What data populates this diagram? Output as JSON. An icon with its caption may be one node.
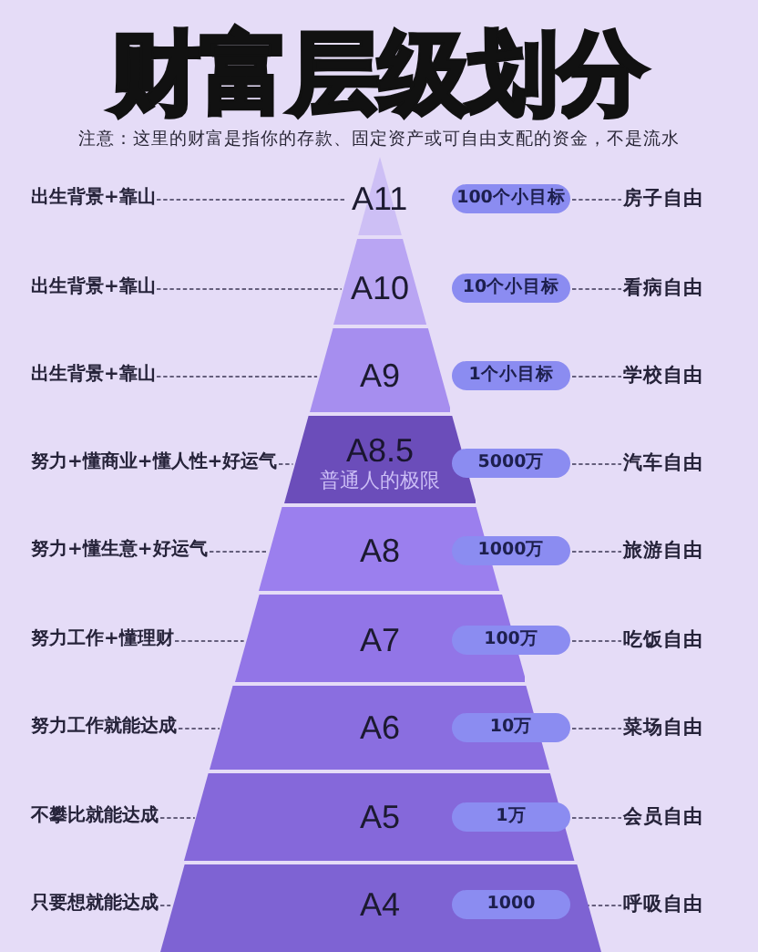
{
  "diagram": {
    "title": "财富层级划分",
    "nodes": [
      {
        "text": [
          "出生背景+靠山"
        ]
      },
      {
        "text": [
          "A11"
        ]
      },
      {
        "text": [
          "100个小目标"
        ]
      },
      {
        "text": [
          "房子自由"
        ]
      },
      {
        "text": [
          "出生背景+靠山"
        ]
      },
      {
        "text": [
          "A10"
        ]
      },
      {
        "text": [
          "10个小目标"
        ]
      },
      {
        "text": [
          "看病自由"
        ]
      },
      {
        "text": [
          "出生背景+靠山"
        ]
      },
      {
        "text": [
          "A9"
        ]
      },
      {
        "text": [
          "1个小目标"
        ]
      },
      {
        "text": [
          "学校自由"
        ]
      },
      {
        "text": [
          "努力+懂商业+懂人性+好运气"
        ]
      },
      {
        "text": [
          "A8.5",
          "普通人的极限"
        ]
      },
      {
        "text": [
          "5000万"
        ]
      },
      {
        "text": [
          "汽车自由"
        ]
      },
      {
        "text": [
          "努力+懂生意+好运气"
        ]
      },
      {
        "text": [
          "A8"
        ]
      },
      {
        "text": [
          "1000万"
        ]
      },
      {
        "text": [
          "旅游自由"
        ]
      },
      {
        "text": [
          "努力工作+懂理财"
        ]
      },
      {
        "text": [
          "A7"
        ]
      },
      {
        "text": [
          "100万"
        ]
      },
      {
        "text": [
          "吃饭自由"
        ]
      },
      {
        "text": [
          "努力工作就能达成"
        ]
      },
      {
        "text": [
          "A6"
        ]
      },
      {
        "text": [
          "10万"
        ]
      },
      {
        "text": [
          "菜场自由"
        ]
      },
      {
        "text": [
          "不攀比就能达成"
        ]
      },
      {
        "text": [
          "A5"
        ]
      },
      {
        "text": [
          "1万"
        ],
        "in": 29
      },
      {
        "text": [
          "会员自由"
        ]
      },
      {
        "text": [
          "只要想就能达成"
        ]
      },
      {
        "text": [
          "A4"
        ]
      },
      {
        "text": [
          "1000"
        ],
        "in": 33
      },
      {
        "text": [
          "呼吸自由"
        ]
      }
    ],
    "edges": [
      {
        "from": 0,
        "to": 1,
        "arrow": "none",
        "style": "dashed"
      },
      {
        "from": 2,
        "to": 3,
        "arrow": "none",
        "style": "dashed"
      },
      {
        "from": 4,
        "to": 5,
        "arrow": "none",
        "style": "dashed"
      },
      {
        "from": 6,
        "to": 7,
        "arrow": "none",
        "style": "dashed"
      },
      {
        "from": 8,
        "to": 9,
        "arrow": "none",
        "style": "dashed"
      },
      {
        "from": 10,
        "to": 11,
        "arrow": "none",
        "style": "dashed"
      },
      {
        "from": 12,
        "to": 13,
        "arrow": "none",
        "style": "dashed"
      },
      {
        "from": 14,
        "to": 15,
        "arrow": "none",
        "style": "dashed"
      },
      {
        "from": 16,
        "to": 17,
        "arrow": "none",
        "style": "dashed"
      },
      {
        "from": 18,
        "to": 19,
        "arrow": "none",
        "style": "dashed"
      },
      {
        "from": 20,
        "to": 21,
        "arrow": "none",
        "style": "dashed"
      },
      {
        "from": 22,
        "to": 23,
        "arrow": "none",
        "style": "dashed"
      },
      {
        "from": 24,
        "to": 25,
        "arrow": "none",
        "style": "dashed"
      },
      {
        "from": 26,
        "to": 27,
        "arrow": "none",
        "style": "dashed"
      },
      {
        "from": 28,
        "to": 29,
        "arrow": "none",
        "style": "dashed"
      },
      {
        "from": 30,
        "to": 31,
        "arrow": "none",
        "style": "dashed"
      },
      {
        "from": 32,
        "to": 33,
        "arrow": "none",
        "style": "dashed"
      },
      {
        "from": 34,
        "to": 35,
        "arrow": "none",
        "style": "dashed"
      }
    ],
    "labels": [
      "注意：这里的财富是指你的存款、固定资产或可自由支配的资金，不是流水"
    ]
  }
}
